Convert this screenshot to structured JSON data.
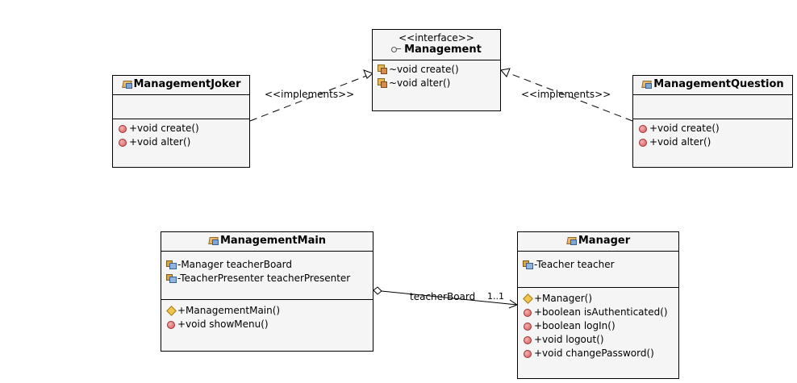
{
  "interface": {
    "stereotype": "<<interface>>",
    "name": "Management",
    "methods": [
      "~void create()",
      "~void alter()"
    ]
  },
  "joker": {
    "name": "ManagementJoker",
    "methods": [
      "+void create()",
      "+void alter()"
    ]
  },
  "question": {
    "name": "ManagementQuestion",
    "methods": [
      "+void create()",
      "+void alter()"
    ]
  },
  "main": {
    "name": "ManagementMain",
    "fields": [
      "-Manager teacherBoard",
      "-TeacherPresenter teacherPresenter"
    ],
    "methods": [
      "+ManagementMain()",
      "+void showMenu()"
    ]
  },
  "manager": {
    "name": "Manager",
    "fields": [
      "-Teacher teacher"
    ],
    "methods": [
      "+Manager()",
      "+boolean isAuthenticated()",
      "+boolean logIn()",
      "+void logout()",
      "+void changePassword()"
    ]
  },
  "relations": {
    "implements_left": "<<implements>>",
    "implements_right": "<<implements>>",
    "assoc_role": "teacherBoard",
    "assoc_mult": "1..1"
  }
}
